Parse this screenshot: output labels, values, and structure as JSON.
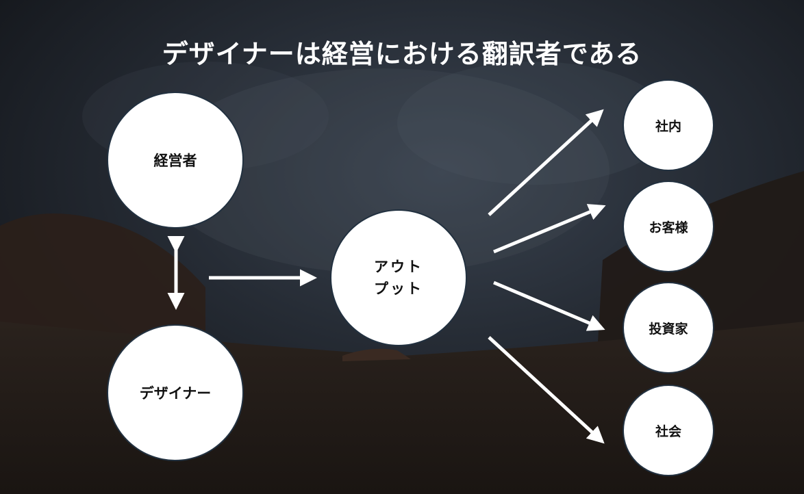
{
  "title": "デザイナーは経営における翻訳者である",
  "nodes": {
    "executive": "経営者",
    "designer": "デザイナー",
    "output_line1": "アウト",
    "output_line2": "プット",
    "internal": "社内",
    "customers": "お客様",
    "investors": "投資家",
    "society": "社会"
  },
  "colors": {
    "background": "#1a1d22",
    "node_fill": "#ffffff",
    "node_border": "#223140",
    "arrow": "#ffffff",
    "text_dark": "#111111",
    "title_text": "#ffffff"
  }
}
